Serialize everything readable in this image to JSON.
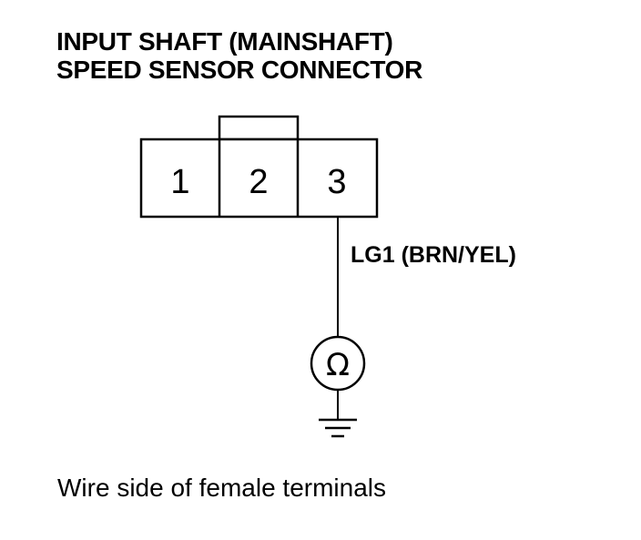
{
  "title": {
    "line1": "INPUT SHAFT (MAINSHAFT)",
    "line2": "SPEED SENSOR CONNECTOR"
  },
  "connector": {
    "pins": [
      "1",
      "2",
      "3"
    ]
  },
  "wire": {
    "label": "LG1 (BRN/YEL)"
  },
  "meter": {
    "symbol": "Ω",
    "icon": "ohmmeter-icon"
  },
  "ground": {
    "icon": "ground-icon"
  },
  "caption": "Wire side of female terminals",
  "colors": {
    "line": "#000000",
    "background": "#ffffff"
  }
}
